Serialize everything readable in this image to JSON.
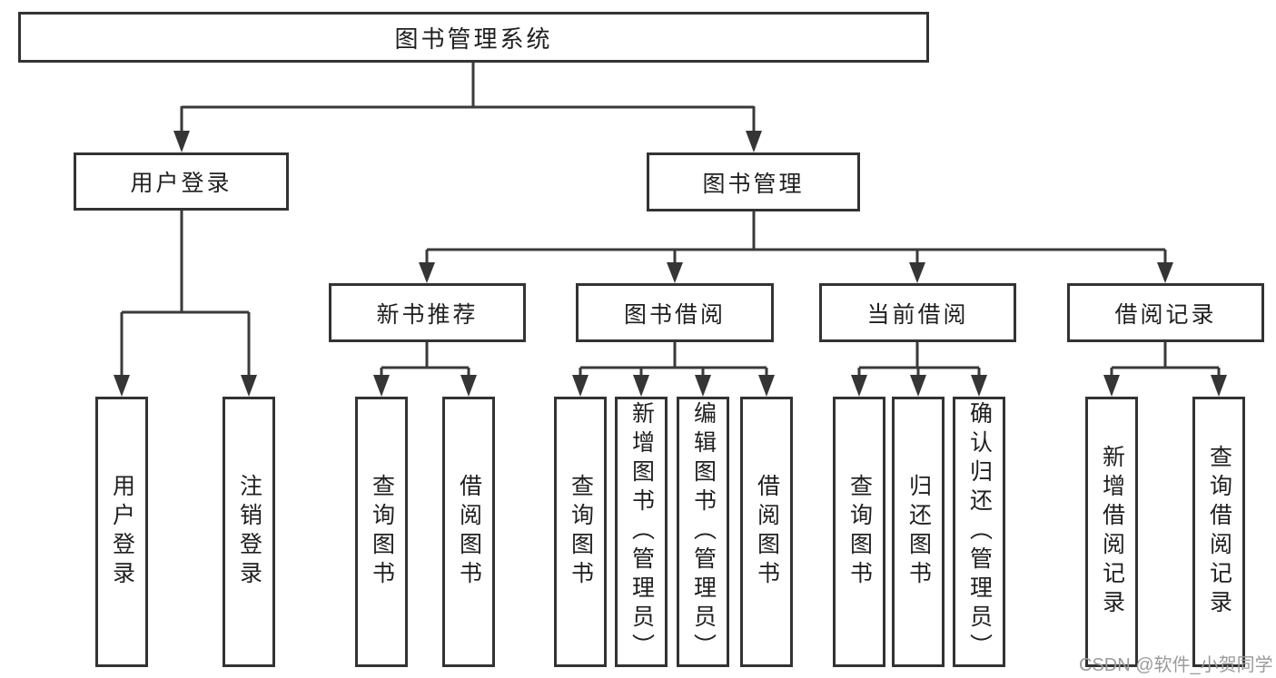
{
  "diagram_type": "hierarchy-tree",
  "tree": {
    "label": "图书管理系统",
    "children": [
      {
        "label": "用户登录",
        "children": [
          {
            "label": "用户登录"
          },
          {
            "label": "注销登录"
          }
        ]
      },
      {
        "label": "图书管理",
        "children": [
          {
            "label": "新书推荐",
            "children": [
              {
                "label": "查询图书"
              },
              {
                "label": "借阅图书"
              }
            ]
          },
          {
            "label": "图书借阅",
            "children": [
              {
                "label": "查询图书"
              },
              {
                "label": "新增图书（管理员）"
              },
              {
                "label": "编辑图书（管理员）"
              },
              {
                "label": "借阅图书"
              }
            ]
          },
          {
            "label": "当前借阅",
            "children": [
              {
                "label": "查询图书"
              },
              {
                "label": "归还图书"
              },
              {
                "label": "确认归还（管理员）"
              }
            ]
          },
          {
            "label": "借阅记录",
            "children": [
              {
                "label": "新增借阅记录"
              },
              {
                "label": "查询借阅记录"
              }
            ]
          }
        ]
      }
    ]
  },
  "watermark": {
    "text": "CSDN @软件_小贺同学"
  },
  "colors": {
    "line": "#3a3a3a",
    "box_border": "#333333",
    "text": "#1f1f1f",
    "watermark": "#9b9b9b",
    "background": "#ffffff"
  }
}
